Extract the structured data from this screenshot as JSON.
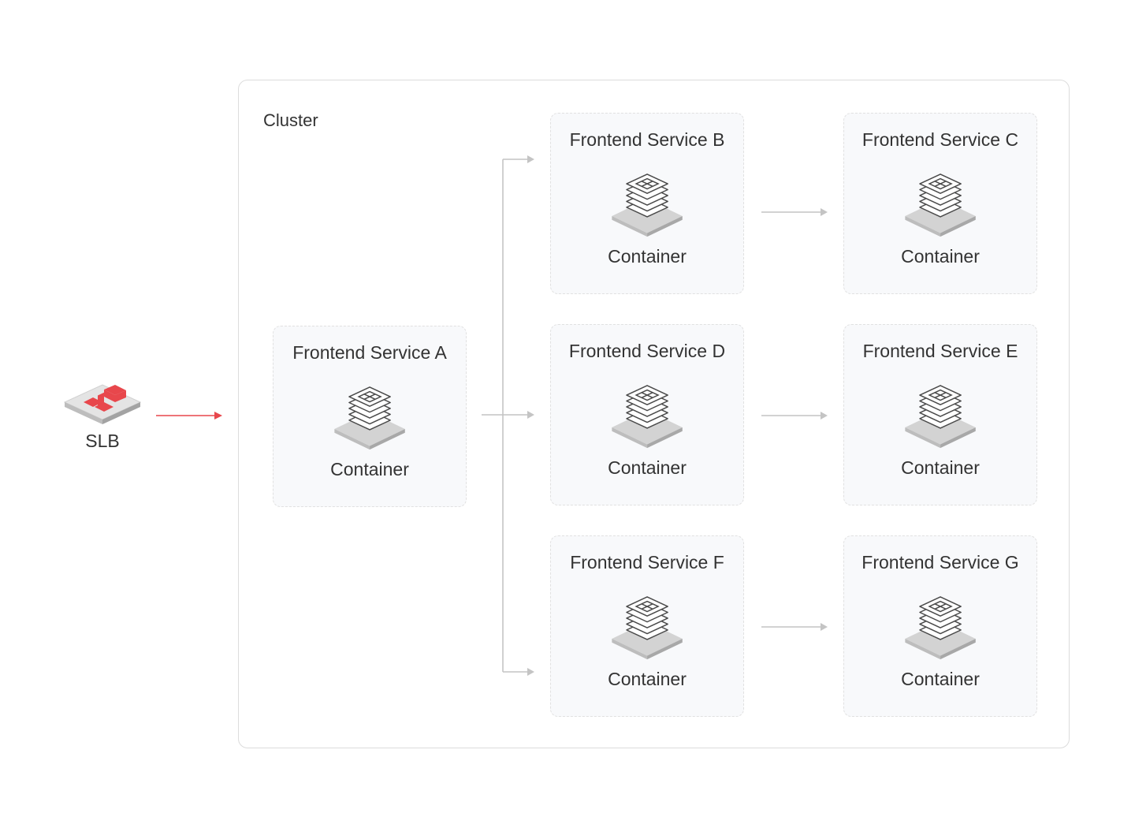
{
  "slb": {
    "label": "SLB"
  },
  "cluster": {
    "label": "Cluster"
  },
  "services": [
    {
      "title": "Frontend Service A",
      "subtitle": "Container"
    },
    {
      "title": "Frontend Service B",
      "subtitle": "Container"
    },
    {
      "title": "Frontend Service C",
      "subtitle": "Container"
    },
    {
      "title": "Frontend Service D",
      "subtitle": "Container"
    },
    {
      "title": "Frontend Service E",
      "subtitle": "Container"
    },
    {
      "title": "Frontend Service F",
      "subtitle": "Container"
    },
    {
      "title": "Frontend Service G",
      "subtitle": "Container"
    }
  ],
  "colors": {
    "accent": "#e8474c",
    "connector": "#c4c4c4",
    "border": "#dcdcdc",
    "card": "#f8f9fb"
  },
  "icons": {
    "slb": "load-balancer-icon",
    "container": "container-stack-icon"
  }
}
